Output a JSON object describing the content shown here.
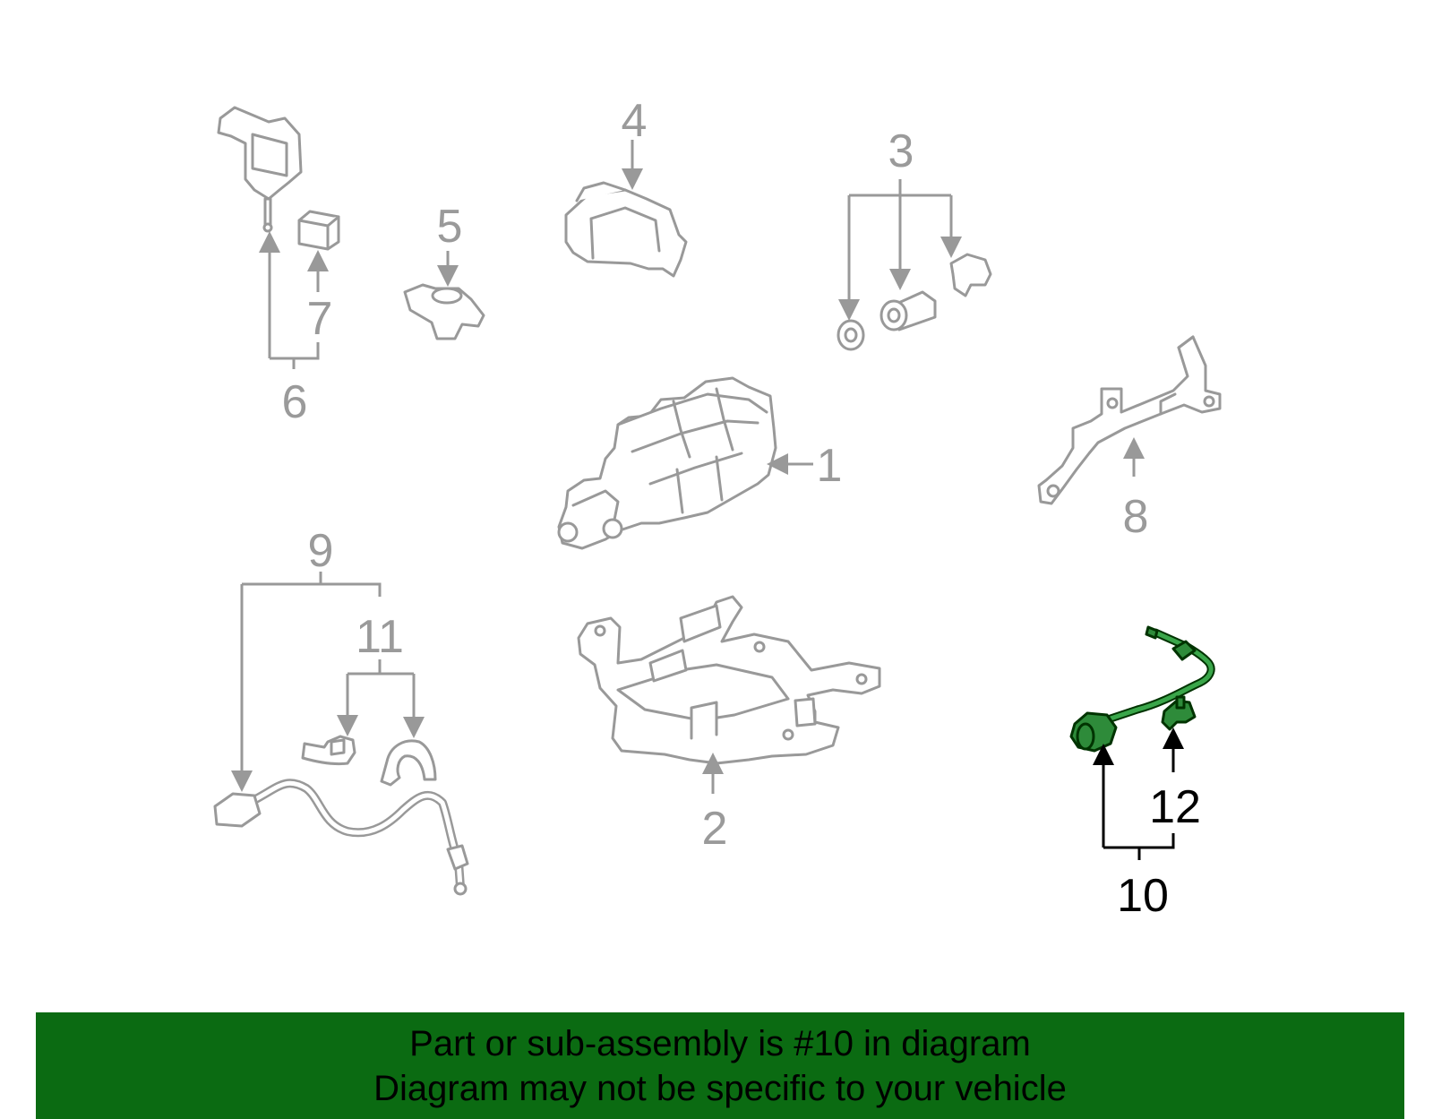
{
  "callouts": {
    "c1": "1",
    "c2": "2",
    "c3": "3",
    "c4": "4",
    "c5": "5",
    "c6": "6",
    "c7": "7",
    "c8": "8",
    "c9": "9",
    "c10": "10",
    "c11": "11",
    "c12": "12"
  },
  "highlight_color": "#0b6b12",
  "banner": {
    "line1": "Part or sub-assembly is #10 in diagram",
    "line2": "Diagram may not be specific to your vehicle"
  }
}
